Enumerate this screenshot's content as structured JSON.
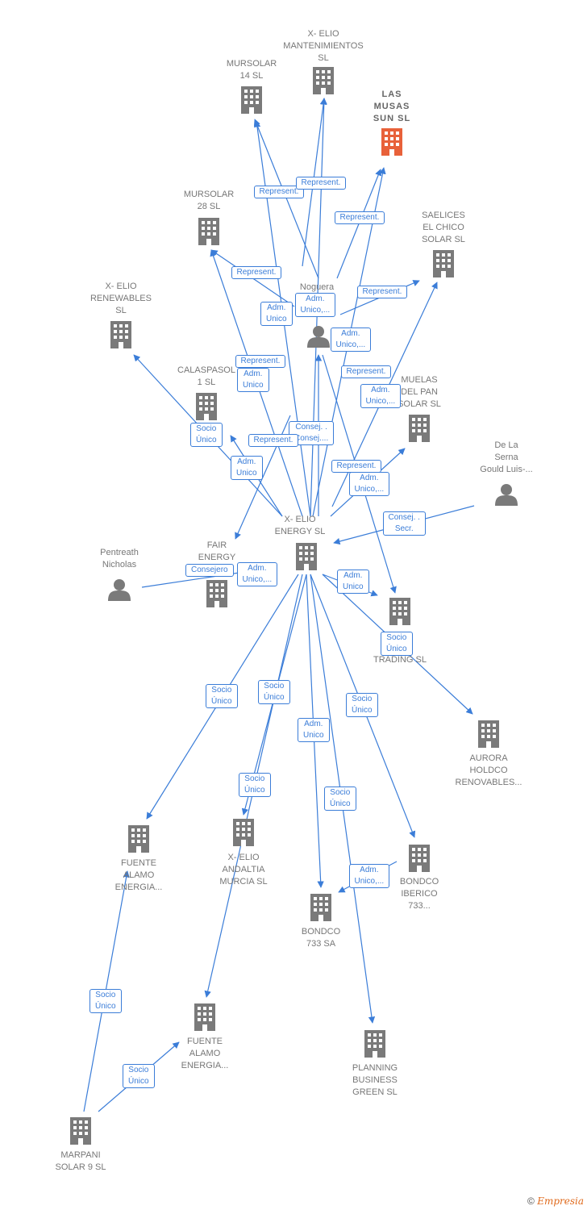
{
  "colors": {
    "edge": "#3b7dd8",
    "company": "#7a7a7a",
    "focus": "#e8613a",
    "person": "#7a7a7a"
  },
  "nodes": [
    {
      "id": "xelio_mant",
      "label": "X- ELIO\nMANTENIMIENTOS\nSL",
      "type": "company"
    },
    {
      "id": "mursolar14",
      "label": "MURSOLAR\n14 SL",
      "type": "company"
    },
    {
      "id": "lasmusas",
      "label": "LAS\nMUSAS\nSUN  SL",
      "type": "focus"
    },
    {
      "id": "mursolar28",
      "label": "MURSOLAR\n28 SL",
      "type": "company"
    },
    {
      "id": "saelices",
      "label": "SAELICES\nEL CHICO\nSOLAR SL",
      "type": "company"
    },
    {
      "id": "xelio_ren",
      "label": "X- ELIO\nRENEWABLES\nSL",
      "type": "company"
    },
    {
      "id": "noguera",
      "label": "Noguera\n...s",
      "type": "person"
    },
    {
      "id": "calaspasol",
      "label": "CALASPASOL\n1  SL",
      "type": "company"
    },
    {
      "id": "muelas",
      "label": "MUELAS\nDEL PAN\nSOLAR SL",
      "type": "company"
    },
    {
      "id": "delaserna",
      "label": "De La\nSerna\nGould Luis-...",
      "type": "person"
    },
    {
      "id": "xelio_energy",
      "label": "X- ELIO\nENERGY  SL",
      "type": "company"
    },
    {
      "id": "pentreath",
      "label": "Pentreath\nNicholas",
      "type": "person"
    },
    {
      "id": "fair",
      "label": "FAIR\nENERGY",
      "type": "company"
    },
    {
      "id": "trading",
      "label": "TRADING  SL",
      "type": "company"
    },
    {
      "id": "aurora",
      "label": "AURORA\nHOLDCO\nRENOVABLES...",
      "type": "company"
    },
    {
      "id": "fuente1",
      "label": "FUENTE\nALAMO\nENERGIA...",
      "type": "company"
    },
    {
      "id": "andaltia",
      "label": "X- ELIO\nANDALTIA\nMURCIA  SL",
      "type": "company"
    },
    {
      "id": "bondco_ib",
      "label": "BONDCO\nIBERICO\n733...",
      "type": "company"
    },
    {
      "id": "bondco733",
      "label": "BONDCO\n733 SA",
      "type": "company"
    },
    {
      "id": "fuente2",
      "label": "FUENTE\nALAMO\nENERGIA...",
      "type": "company"
    },
    {
      "id": "planning",
      "label": "PLANNING\nBUSINESS\nGREEN  SL",
      "type": "company"
    },
    {
      "id": "marpani",
      "label": "MARPANI\nSOLAR 9  SL",
      "type": "company"
    }
  ],
  "edge_labels": [
    {
      "text": "Represent."
    },
    {
      "text": "Represent."
    },
    {
      "text": "Represent."
    },
    {
      "text": "Represent."
    },
    {
      "text": "Represent."
    },
    {
      "text": "Adm.\nUnico,..."
    },
    {
      "text": "Adm.\nUnico"
    },
    {
      "text": "Adm.\nUnico,..."
    },
    {
      "text": "Represent."
    },
    {
      "text": "Adm.\nUnico"
    },
    {
      "text": "Represent."
    },
    {
      "text": "Adm.\nUnico,..."
    },
    {
      "text": "Socio\nÚnico"
    },
    {
      "text": "Consej. .\nConsej...."
    },
    {
      "text": "Represent."
    },
    {
      "text": "Adm.\nUnico"
    },
    {
      "text": "Represent."
    },
    {
      "text": "Adm.\nUnico,..."
    },
    {
      "text": "Consej. .\nSecr."
    },
    {
      "text": "Consejero"
    },
    {
      "text": "Adm.\nUnico,..."
    },
    {
      "text": "Adm.\nUnico"
    },
    {
      "text": "Socio\nÚnico"
    },
    {
      "text": "Socio\nÚnico"
    },
    {
      "text": "Adm.\nUnico"
    },
    {
      "text": "Socio\nÚnico"
    },
    {
      "text": "Socio\nÚnico"
    },
    {
      "text": "Socio\nÚnico"
    },
    {
      "text": "Adm.\nUnico,..."
    },
    {
      "text": "Socio\nÚnico"
    },
    {
      "text": "Socio\nÚnico"
    },
    {
      "text": "Socio\nÚnico"
    }
  ],
  "footer": {
    "copyright": "©",
    "brand": "Empresia"
  }
}
